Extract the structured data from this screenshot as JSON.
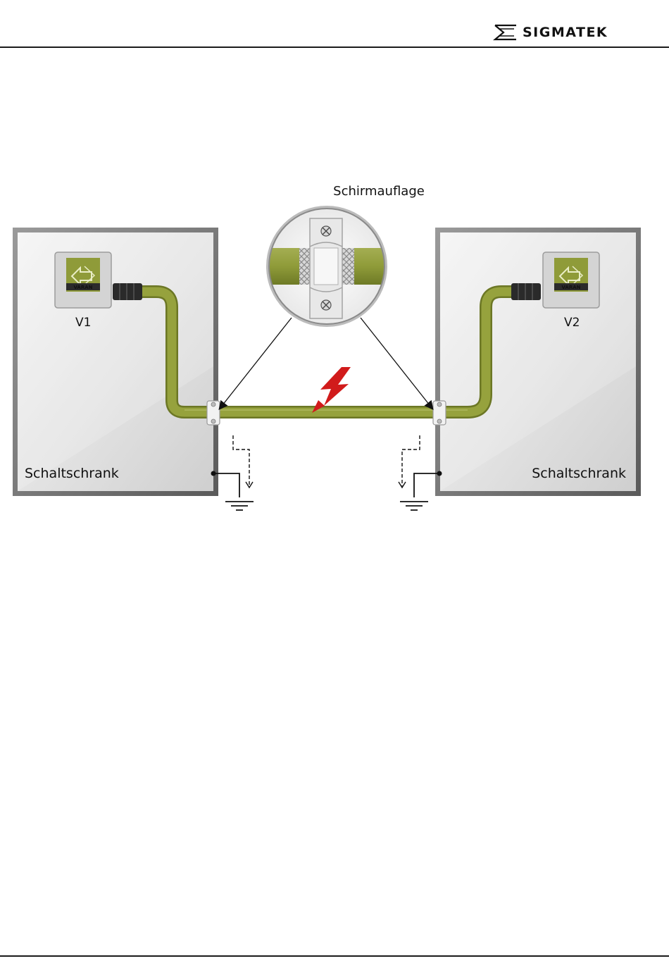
{
  "header": {
    "brand_name": "SIGMATEK"
  },
  "diagram": {
    "title": "Schirmauflage",
    "left_cabinet": {
      "label": "Schaltschrank",
      "device_label": "V1",
      "logo_text": "VARAN"
    },
    "right_cabinet": {
      "label": "Schaltschrank",
      "device_label": "V2",
      "logo_text": "VARAN"
    }
  },
  "colors": {
    "cable": "#8f9b39",
    "cabinet_frame": "#6e6e6e",
    "lightning": "#d11b1b"
  }
}
